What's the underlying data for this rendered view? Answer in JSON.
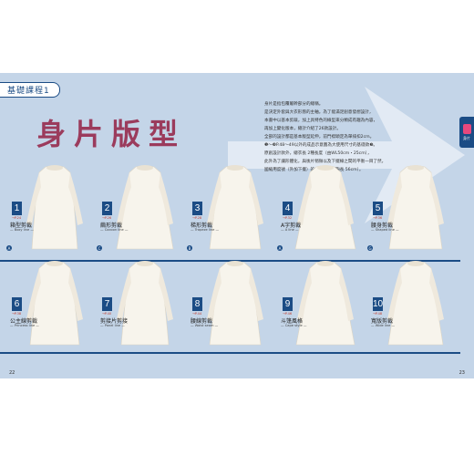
{
  "section_tab": "基礎課程1",
  "title": "身片版型",
  "side_tab_label": "身片",
  "description_lines": [
    "身片是指包覆軀幹部分的總稱。",
    "是決定外套與大衣形態的主軸。為了能滿足創意發想設計，",
    "本書中以基本剪裁，加上具特色的線型來分類成有趣為內容，",
    "再加上變化版本，總計介紹了26款設計。",
    "全部的設計都是基本版型延伸，前門襟頭定為單排扣2cm。",
    "❶～❿P.48～49以外的成品示意圖為大使用尺寸的基礎款❸。",
    "原創設計款外，總衣長 2種長度（由WL50cm・25cm），",
    "此外為了讓形體化，與後片稍微以及下擺線之間的平衡一目了然，",
    "國縮用度號（外加下擺）的主體衣長（胸長 56cm）。"
  ],
  "cuts_row1": [
    {
      "num": "1",
      "page": "→P.24",
      "name": "箱型剪裁",
      "en": "— Boxy line —",
      "letter": "A"
    },
    {
      "num": "2",
      "page": "→P.26",
      "name": "繭形剪裁",
      "en": "— Cocoon line —",
      "letter": "C"
    },
    {
      "num": "3",
      "page": "→P.28",
      "name": "梯形剪裁",
      "en": "— Trapeze line —",
      "letter": "B"
    },
    {
      "num": "4",
      "page": "→P.32",
      "name": "A字剪裁",
      "en": "— A line —",
      "letter": "A"
    },
    {
      "num": "5",
      "page": "→P.36",
      "name": "腰身剪裁",
      "en": "— Shaped line —",
      "letter": "G"
    }
  ],
  "cuts_row2": [
    {
      "num": "6",
      "page": "→P.38",
      "name": "公主線剪裁",
      "en": "— Princess line —"
    },
    {
      "num": "7",
      "page": "→P.40",
      "name": "剪接片剪接",
      "en": "— Panel line —"
    },
    {
      "num": "8",
      "page": "→P.44",
      "name": "腰線剪裁",
      "en": "— Waist seam —"
    },
    {
      "num": "9",
      "page": "→P.46",
      "name": "斗篷風格",
      "en": "— Cape style —"
    },
    {
      "num": "10",
      "page": "→P.48",
      "name": "寬版剪裁",
      "en": "— Wide line —"
    }
  ],
  "page_left": "22",
  "page_right": "23",
  "colors": {
    "band": "#c4d5e8",
    "navy": "#1b4c85",
    "title": "#9b3b5c",
    "accent": "#e8487d"
  }
}
